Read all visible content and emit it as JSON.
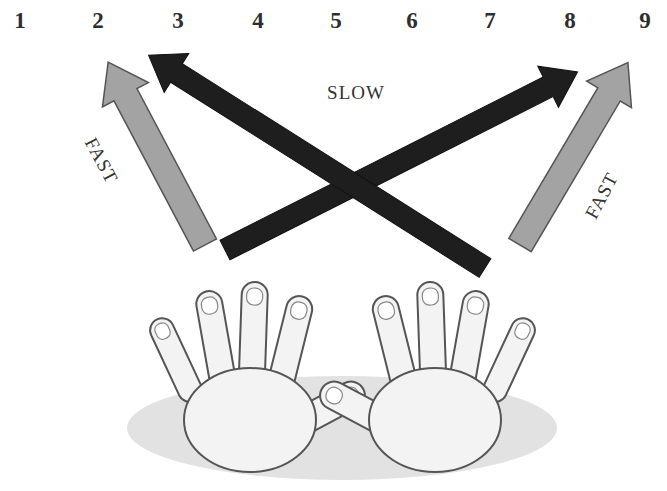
{
  "diagram": {
    "labels": [
      "1",
      "2",
      "3",
      "4",
      "5",
      "6",
      "7",
      "8",
      "9",
      "SLOW",
      "FAST",
      "FAST"
    ]
  }
}
